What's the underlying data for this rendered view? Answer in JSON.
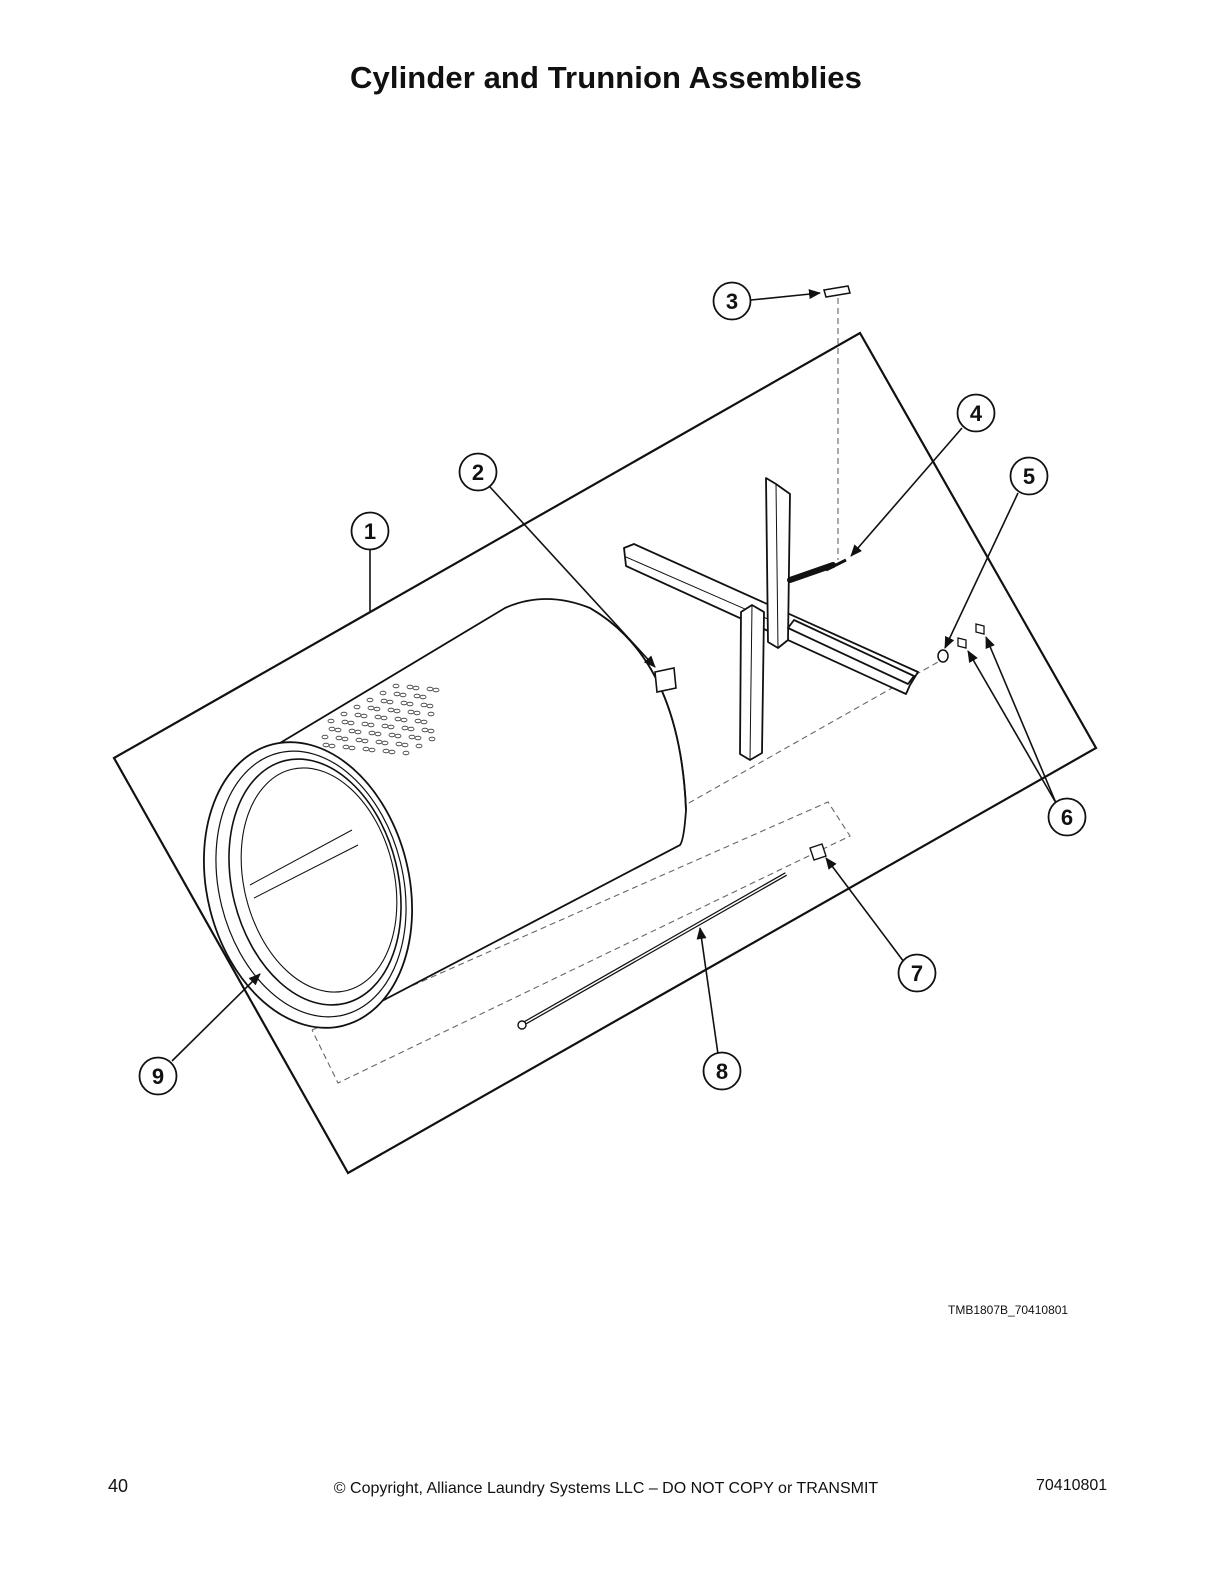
{
  "page": {
    "title": "Cylinder and Trunnion Assemblies",
    "drawing_id": "TMB1807B_70410801",
    "page_number": "40",
    "copyright": "© Copyright, Alliance Laundry Systems LLC – DO NOT COPY or TRANSMIT",
    "doc_number": "70410801"
  },
  "callouts": [
    "1",
    "2",
    "3",
    "4",
    "5",
    "6",
    "7",
    "8",
    "9"
  ]
}
